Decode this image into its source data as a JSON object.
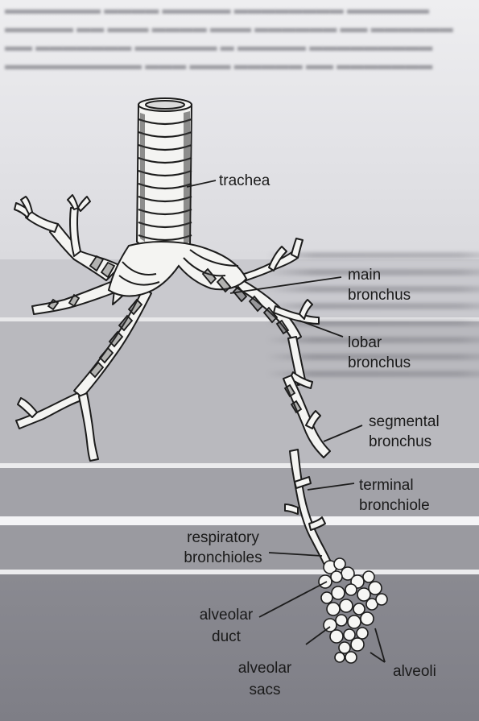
{
  "labels": {
    "trachea": "trachea",
    "main_bronchus": [
      "main",
      "bronchus"
    ],
    "lobar_bronchus": [
      "lobar",
      "bronchus"
    ],
    "segmental_bronchus": [
      "segmental",
      "bronchus"
    ],
    "terminal_bronchiole": [
      "terminal",
      "bronchiole"
    ],
    "respiratory_bronchioles": [
      "respiratory",
      "bronchioles"
    ],
    "alveolar_duct": [
      "alveolar",
      "duct"
    ],
    "alveolar_sacs": [
      "alveolar",
      "sacs"
    ],
    "alveoli": "alveoli"
  },
  "colors": {
    "band_1": "#dcdce0",
    "band_2": "#c5c5ca",
    "band_3": "#a9a9ae",
    "band_4": "#9c9ca2",
    "band_5": "#8e8e95",
    "separator": "#f2f2f4",
    "outline": "#1c1c1c",
    "airway_fill": "#f4f4f2"
  }
}
